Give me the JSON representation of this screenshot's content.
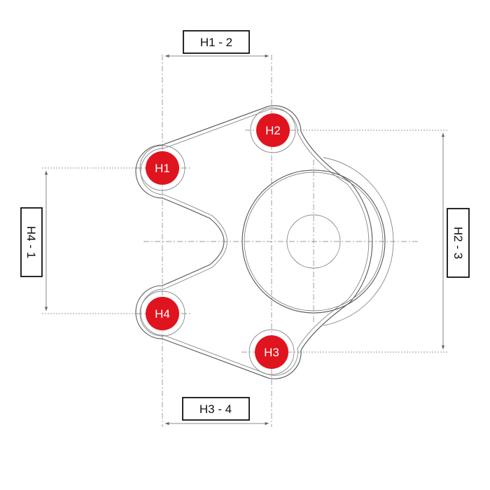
{
  "holes": [
    {
      "id": "H1",
      "label": "H1"
    },
    {
      "id": "H2",
      "label": "H2"
    },
    {
      "id": "H3",
      "label": "H3"
    },
    {
      "id": "H4",
      "label": "H4"
    }
  ],
  "dimensions": {
    "h1_2": "H1 - 2",
    "h2_3": "H2 - 3",
    "h3_4": "H3 - 4",
    "h4_1": "H4 - 1"
  },
  "colors": {
    "hole_fill": "#e0141e",
    "line": "#555555"
  }
}
